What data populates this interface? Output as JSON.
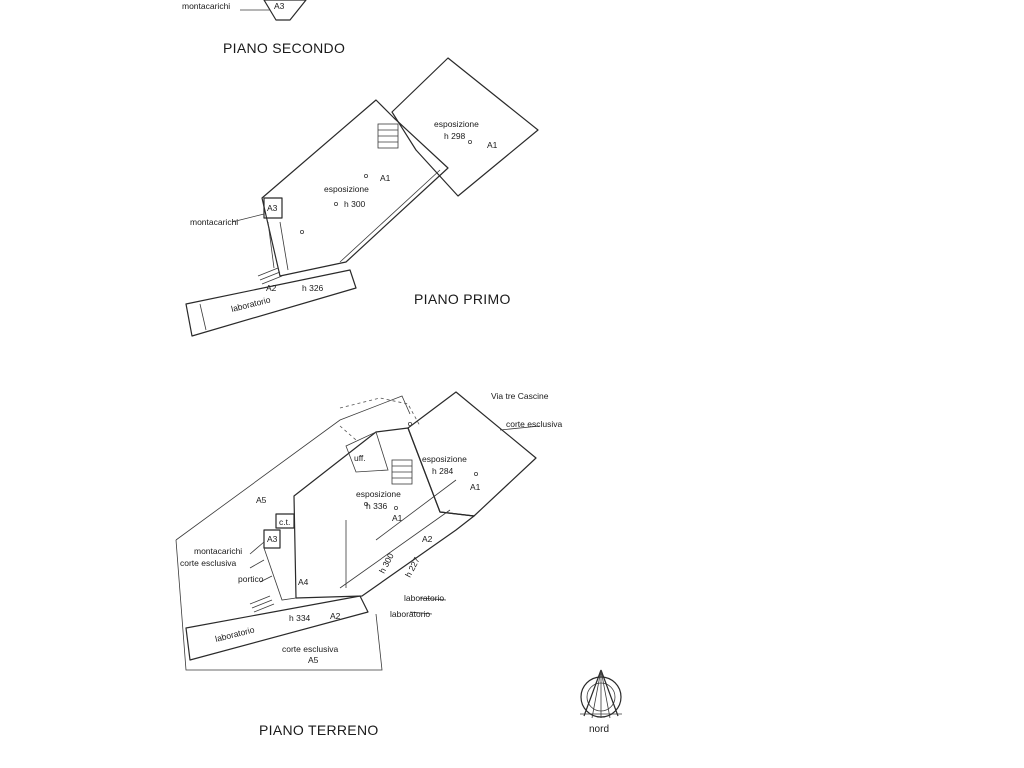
{
  "floors": {
    "second": {
      "title": "PIANO SECONDO",
      "montacarichi": "montacarichi",
      "a3": "A3"
    },
    "first": {
      "title": "PIANO  PRIMO",
      "esposizione_a": "esposizione",
      "h_a": "h 298",
      "a1_a": "A1",
      "esposizione_b": "esposizione",
      "h_b": "h 300",
      "a1_b": "A1",
      "a3": "A3",
      "montacarichi": "montacarichi",
      "a2": "A2",
      "h_lab": "h 326",
      "laboratorio": "laboratorio"
    },
    "ground": {
      "title": "PIANO TERRENO",
      "via": "Via tre Cascine",
      "corte_top": "corte esclusiva",
      "uff": "uff.",
      "esposizione_a": "esposizione",
      "h_a": "h 284",
      "a1_a": "A1",
      "esposizione_b": "esposizione",
      "h_b": "h 336",
      "a1_b": "A1",
      "a5_top": "A5",
      "ct": "c.t.",
      "a3": "A3",
      "montacarichi": "montacarichi",
      "corte_left": "corte esclusiva",
      "portico": "portico",
      "a4": "A4",
      "h300": "h 300",
      "a2_right": "A2",
      "h227": "h 227",
      "lab_right_1": "laboratorio",
      "lab_right_2": "laboratorio",
      "laboratorio": "laboratorio",
      "h334": "h 334",
      "a2": "A2",
      "corte_bottom": "corte esclusiva",
      "a5_bottom": "A5"
    }
  },
  "compass": {
    "label": "nord"
  }
}
